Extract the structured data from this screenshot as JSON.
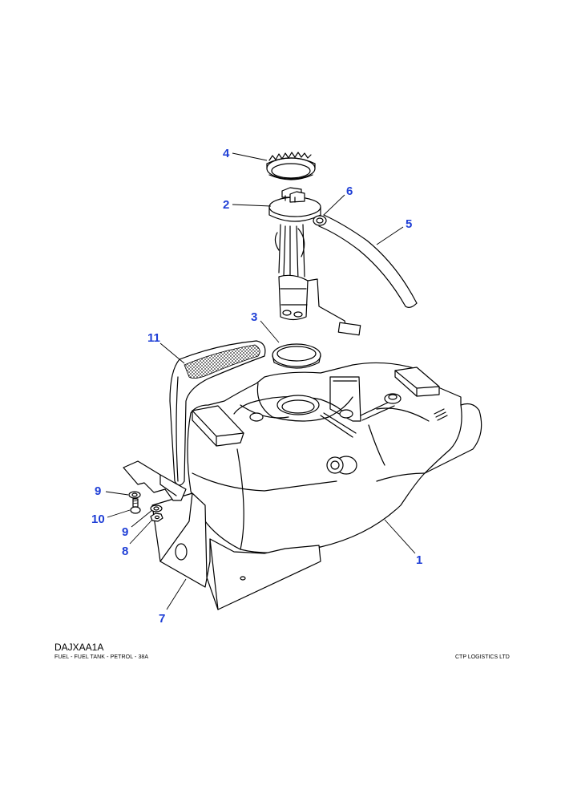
{
  "document": {
    "code": "DAJXAA1A",
    "caption": "FUEL - FUEL TANK - PETROL - 38A",
    "publisher": "CTP LOGISTICS LTD"
  },
  "callouts": [
    {
      "id": "c1",
      "label": "1"
    },
    {
      "id": "c2",
      "label": "2"
    },
    {
      "id": "c3",
      "label": "3"
    },
    {
      "id": "c4",
      "label": "4"
    },
    {
      "id": "c5",
      "label": "5"
    },
    {
      "id": "c6",
      "label": "6"
    },
    {
      "id": "c7",
      "label": "7"
    },
    {
      "id": "c8",
      "label": "8"
    },
    {
      "id": "c9a",
      "label": "9"
    },
    {
      "id": "c9b",
      "label": "9"
    },
    {
      "id": "c10",
      "label": "10"
    },
    {
      "id": "c11",
      "label": "11"
    }
  ],
  "colors": {
    "callout": "#1f3fd6",
    "line": "#000000",
    "background": "#ffffff"
  }
}
